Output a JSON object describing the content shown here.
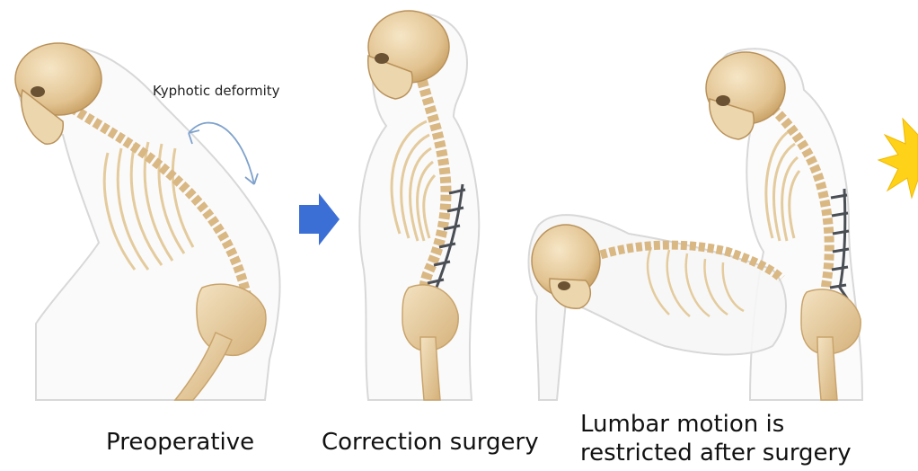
{
  "annotation": {
    "kyphotic": "Kyphotic deformity"
  },
  "captions": {
    "preoperative": "Preoperative",
    "correction": "Correction surgery",
    "restricted_line1": "Lumbar motion is",
    "restricted_line2": "restricted after surgery"
  },
  "colors": {
    "bone": "#e8cfa2",
    "bone_dark": "#c9a46c",
    "body_outline": "#d6d6d6",
    "rod": "#4a4e55",
    "arrow_blue": "#3c6fd6",
    "curve_arrow": "#7fa2cc",
    "pain_star": "#ffd21a"
  },
  "icons": {
    "transition": "right-arrow-icon",
    "pain": "pain-burst-icon",
    "motion": "curved-double-arrow-icon"
  }
}
